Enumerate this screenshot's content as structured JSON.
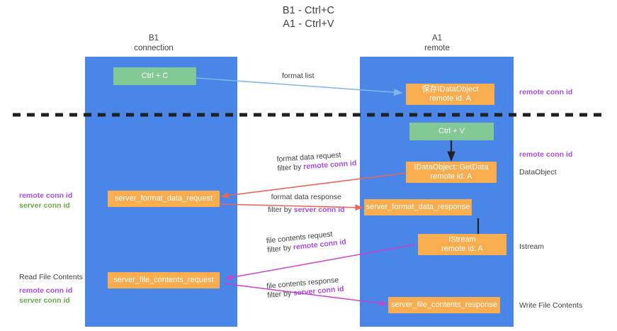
{
  "title": {
    "line1": "B1 - Ctrl+C",
    "line2": "A1 - Ctrl+V"
  },
  "columns": [
    {
      "id": "b1",
      "name": "B1",
      "role": "connection"
    },
    {
      "id": "a1",
      "name": "A1",
      "role": "remote"
    }
  ],
  "nodes": {
    "ctrl_c": "Ctrl + C",
    "ctrl_v": "Ctrl + V",
    "save_idataobject_l1": "保存IDataObject",
    "save_idataobject_l2": "remote id: A",
    "getdata_l1": "IDataObject::GetData",
    "getdata_l2": "remote id: A",
    "istream_l1": "IStream",
    "istream_l2": "remote id: A",
    "server_format_data_request": "server_format_data_request",
    "server_format_data_response": "server_format_data_response",
    "server_file_contents_request": "server_file_contents_request",
    "server_file_contents_response": "server_file_contents_response"
  },
  "edges": {
    "format_list": "format list",
    "format_data_request": "format data request",
    "format_data_request_filter_prefix": "filter by ",
    "format_data_request_filter_key": "remote conn id",
    "format_data_response": "format data response",
    "format_data_response_filter_prefix": "filter by ",
    "format_data_response_filter_key": "server conn id",
    "file_contents_request": "file contents request",
    "file_contents_request_filter_prefix": "filter by ",
    "file_contents_request_filter_key": "remote conn id",
    "file_contents_response": "file contents response",
    "file_contents_response_filter_prefix": "filter by ",
    "file_contents_response_filter_key": "server conn id"
  },
  "right_notes": {
    "remote_conn_id_top": "remote conn id",
    "remote_conn_id_mid": "remote conn id",
    "dataobject": "DataObject",
    "istream": "Istream",
    "write_file_contents": "Write File Contents"
  },
  "left_notes": {
    "remote_conn_id_mid": "remote conn id",
    "server_conn_id_mid": "server conn id",
    "read_file_contents": "Read File Contents",
    "remote_conn_id_low": "remote conn id",
    "server_conn_id_low": "server conn id"
  },
  "colors": {
    "column_blue": "#4a86e8",
    "node_green": "#82c995",
    "node_orange": "#f9ad4f",
    "arrow_lightblue": "#7fb5e8",
    "arrow_black": "#222222",
    "arrow_red": "#e8665c",
    "arrow_magenta": "#c councils"
  }
}
